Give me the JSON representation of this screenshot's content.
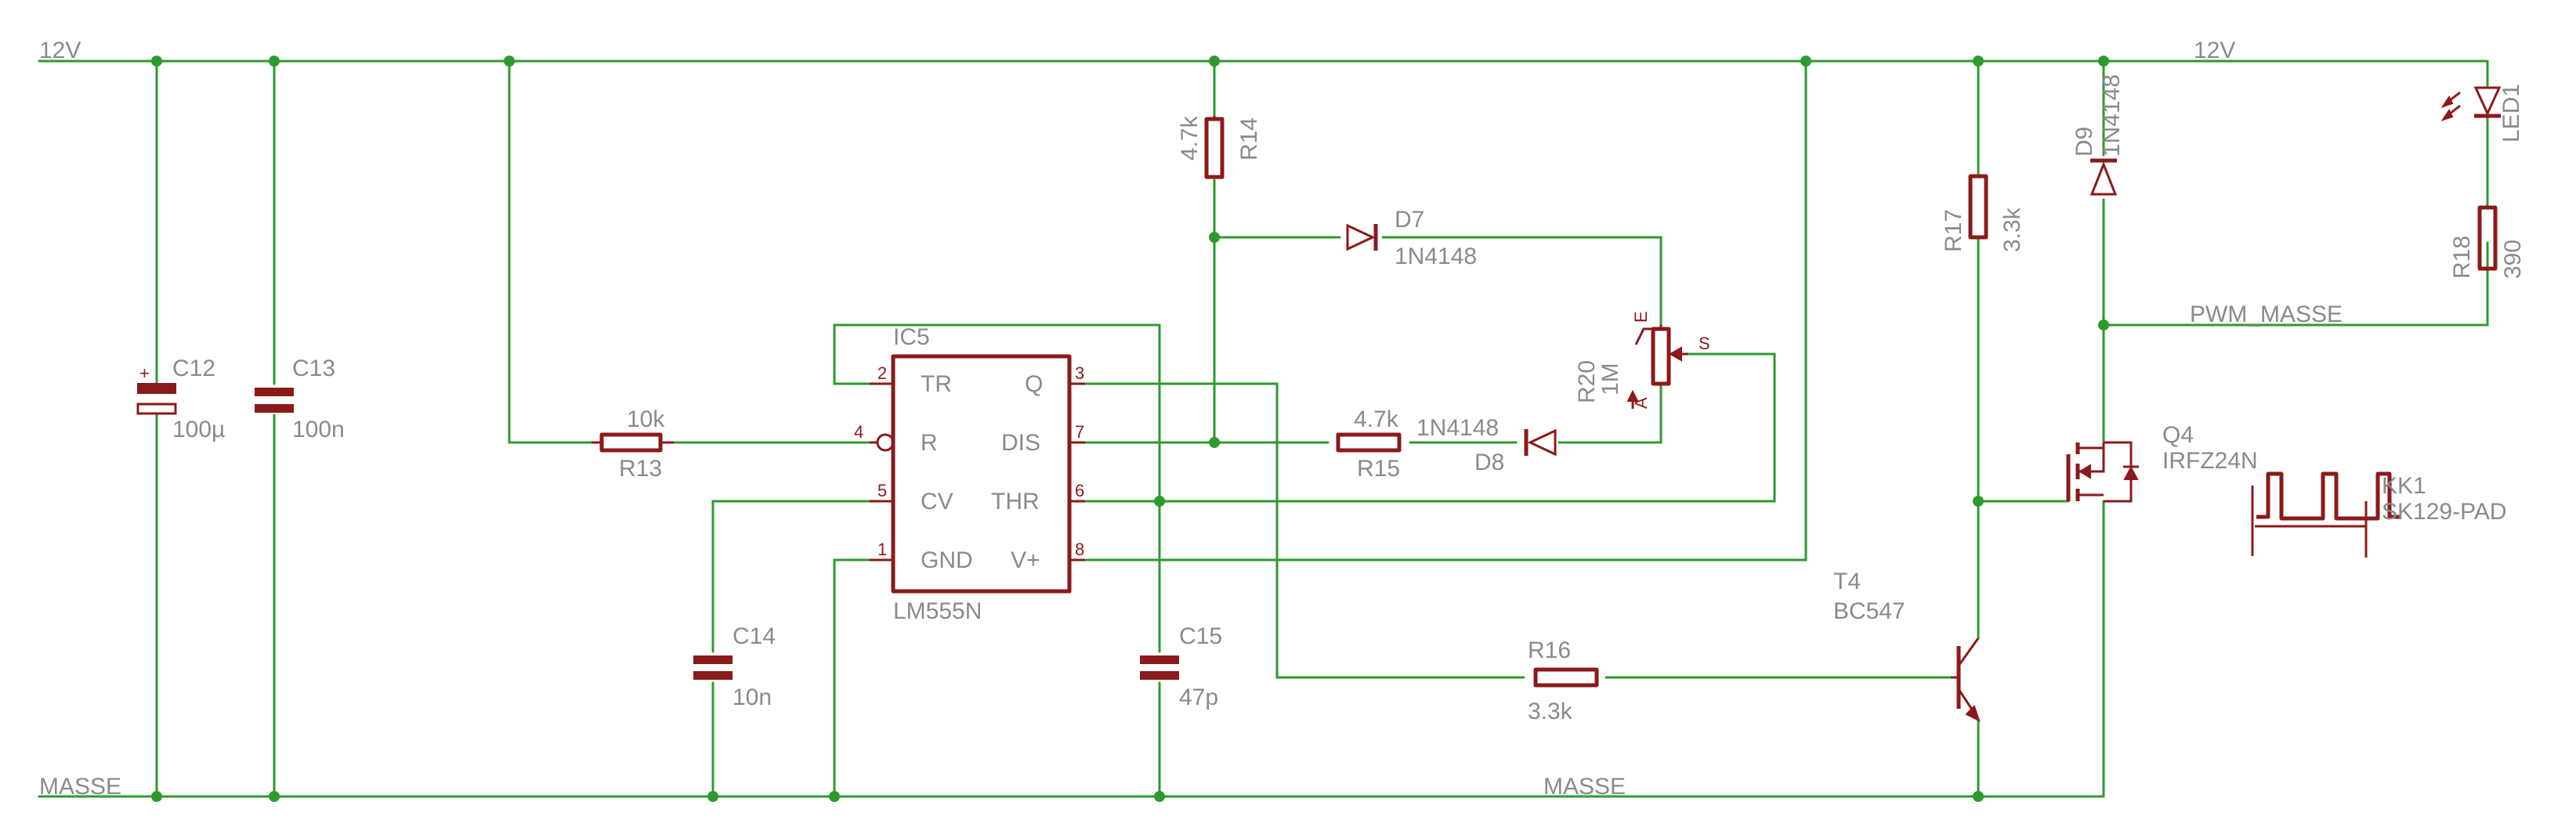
{
  "nets": {
    "supply_left": "12V",
    "supply_right": "12V",
    "ground_left": "MASSE",
    "ground_mid": "MASSE",
    "pwm_ground": "PWM_MASSE"
  },
  "c12": {
    "name": "C12",
    "value": "100µ",
    "polarity": "+"
  },
  "c13": {
    "name": "C13",
    "value": "100n"
  },
  "r13": {
    "name": "R13",
    "value": "10k"
  },
  "ic5": {
    "name": "IC5",
    "value": "LM555N",
    "pins": {
      "tr": "TR",
      "r": "R",
      "cv": "CV",
      "gnd": "GND",
      "q": "Q",
      "dis": "DIS",
      "thr": "THR",
      "vplus": "V+"
    },
    "pin_numbers": {
      "tr": "2",
      "r": "4",
      "cv": "5",
      "gnd": "1",
      "q": "3",
      "dis": "7",
      "thr": "6",
      "vplus": "8"
    }
  },
  "c14": {
    "name": "C14",
    "value": "10n"
  },
  "c15": {
    "name": "C15",
    "value": "47p"
  },
  "r14": {
    "name": "R14",
    "value": "4.7k"
  },
  "d7": {
    "name": "D7",
    "value": "1N4148"
  },
  "r15": {
    "name": "R15",
    "value": "4.7k"
  },
  "d8": {
    "name": "D8",
    "value": "1N4148"
  },
  "r20": {
    "name": "R20",
    "value": "1M",
    "pin_e": "E",
    "pin_a": "A",
    "pin_s": "S"
  },
  "r16": {
    "name": "R16",
    "value": "3.3k"
  },
  "r17": {
    "name": "R17",
    "value": "3.3k"
  },
  "t4": {
    "name": "T4",
    "value": "BC547"
  },
  "d9": {
    "name": "D9",
    "value": "1N4148"
  },
  "q4": {
    "name": "Q4",
    "value": "IRFZ24N"
  },
  "led1": {
    "name": "LED1"
  },
  "r18": {
    "name": "R18",
    "value": "390"
  },
  "kk1": {
    "name": "KK1",
    "value": "SK129-PAD"
  },
  "colors": {
    "wire": "#2e9a2e",
    "component": "#8b1a1a",
    "label": "#8a8a8a",
    "background": "#ffffff"
  }
}
